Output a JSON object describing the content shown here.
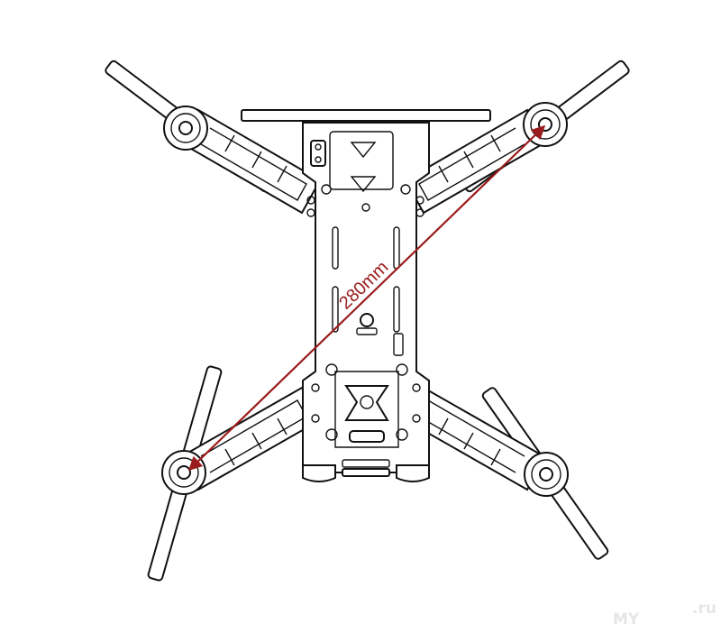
{
  "diagram": {
    "dimension_label": "280mm",
    "colors": {
      "line": "#111111",
      "dimension": "#9a1c1c",
      "background": "#ffffff",
      "watermark": "#e6e6e6"
    }
  },
  "watermark": {
    "left": "MY",
    "right": ".ru"
  }
}
